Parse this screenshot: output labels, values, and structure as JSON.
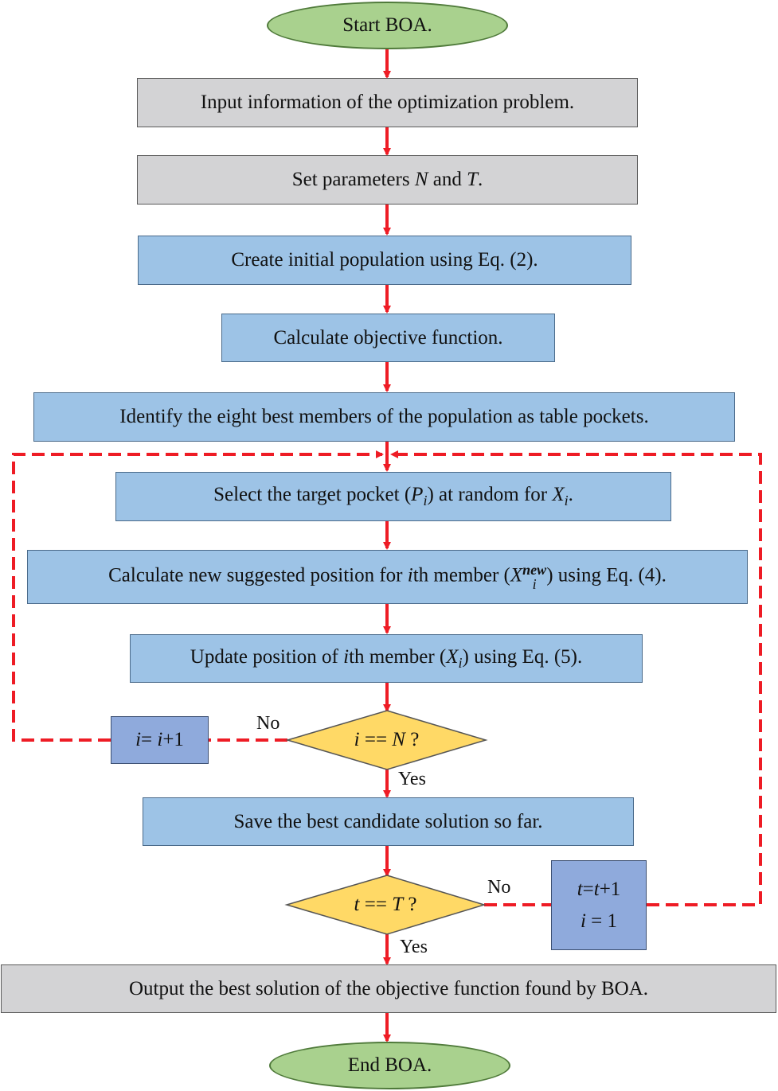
{
  "start": "Start BOA.",
  "input": "Input information of the optimization problem.",
  "params": {
    "pre": "Set parameters ",
    "n": "N",
    "and": " and ",
    "t": "T",
    "post": "."
  },
  "init": "Create initial population using Eq. (2).",
  "objective": "Calculate objective function.",
  "identify": "Identify the eight best members of the population as table pockets.",
  "select": {
    "pre": "Select the target pocket (",
    "p": "P",
    "sub_i": "i",
    "mid": ") at random for ",
    "x": "X",
    "post": "."
  },
  "newpos": {
    "pre": "Calculate new suggested position for ",
    "i": "i",
    "mid": "th member (",
    "x": "X",
    "sub": "i",
    "sup": "new",
    "post": ") using Eq. (4)."
  },
  "update": {
    "pre": "Update position of ",
    "i": "i",
    "mid": "th member (",
    "x": "X",
    "sub": "i",
    "post": ") using Eq. (5)."
  },
  "decision_i": {
    "i": "i",
    "eq": " == ",
    "n": "N",
    "q": " ?"
  },
  "increment_i": {
    "i": "i",
    "eq": "= ",
    "i2": "i",
    "plus": "+1"
  },
  "save": "Save the best candidate solution so far.",
  "decision_t": {
    "t": "t",
    "eq": " == ",
    "T": "T",
    "q": " ?"
  },
  "increment_t": {
    "t": "t",
    "eq": "=",
    "t2": "t",
    "plus": "+1",
    "i": "i",
    "i_eq": " = 1"
  },
  "output": "Output the best solution of the objective function found by BOA.",
  "end": "End BOA.",
  "labels": {
    "no": "No",
    "yes": "Yes"
  },
  "colors": {
    "arrow": "#ee1c25",
    "start_end": "#a9d18e",
    "input_box": "#d3d3d5",
    "process_box": "#9dc3e6",
    "decision": "#ffd966",
    "counter_box": "#8faadc"
  }
}
